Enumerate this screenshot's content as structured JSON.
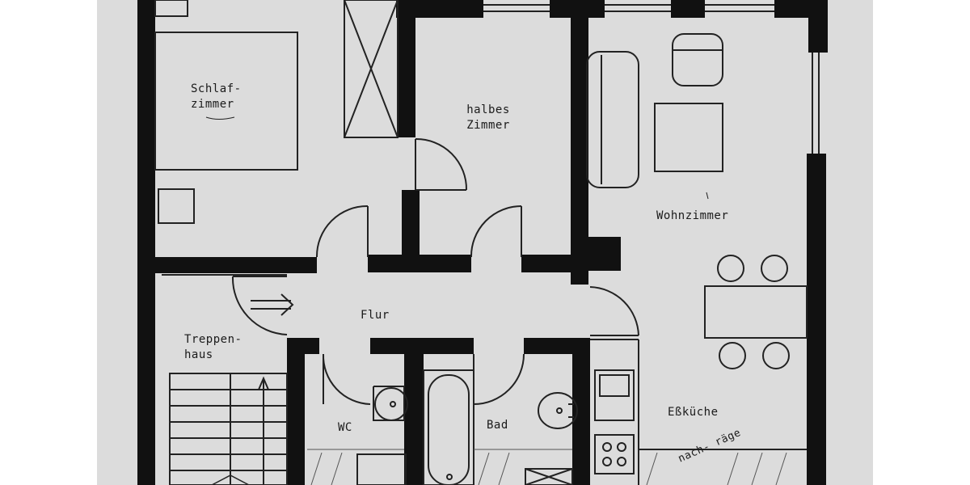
{
  "plan": {
    "rooms": {
      "schlafzimmer": {
        "line1": "Schlaf-",
        "line2": "zimmer"
      },
      "halbes_zimmer": {
        "line1": "halbes",
        "line2": "Zimmer"
      },
      "wohnzimmer": {
        "label": "Wohnzimmer"
      },
      "flur": {
        "label": "Flur"
      },
      "treppenhaus": {
        "line1": "Treppen-",
        "line2": "haus"
      },
      "wc": {
        "label": "WC"
      },
      "bad": {
        "label": "Bad"
      },
      "esskueche": {
        "label": "Eßküche"
      },
      "cut_text": "nach- räge"
    },
    "colors": {
      "paper": "#dcdcdc",
      "ink": "#111111",
      "outside": "#ffffff"
    }
  }
}
